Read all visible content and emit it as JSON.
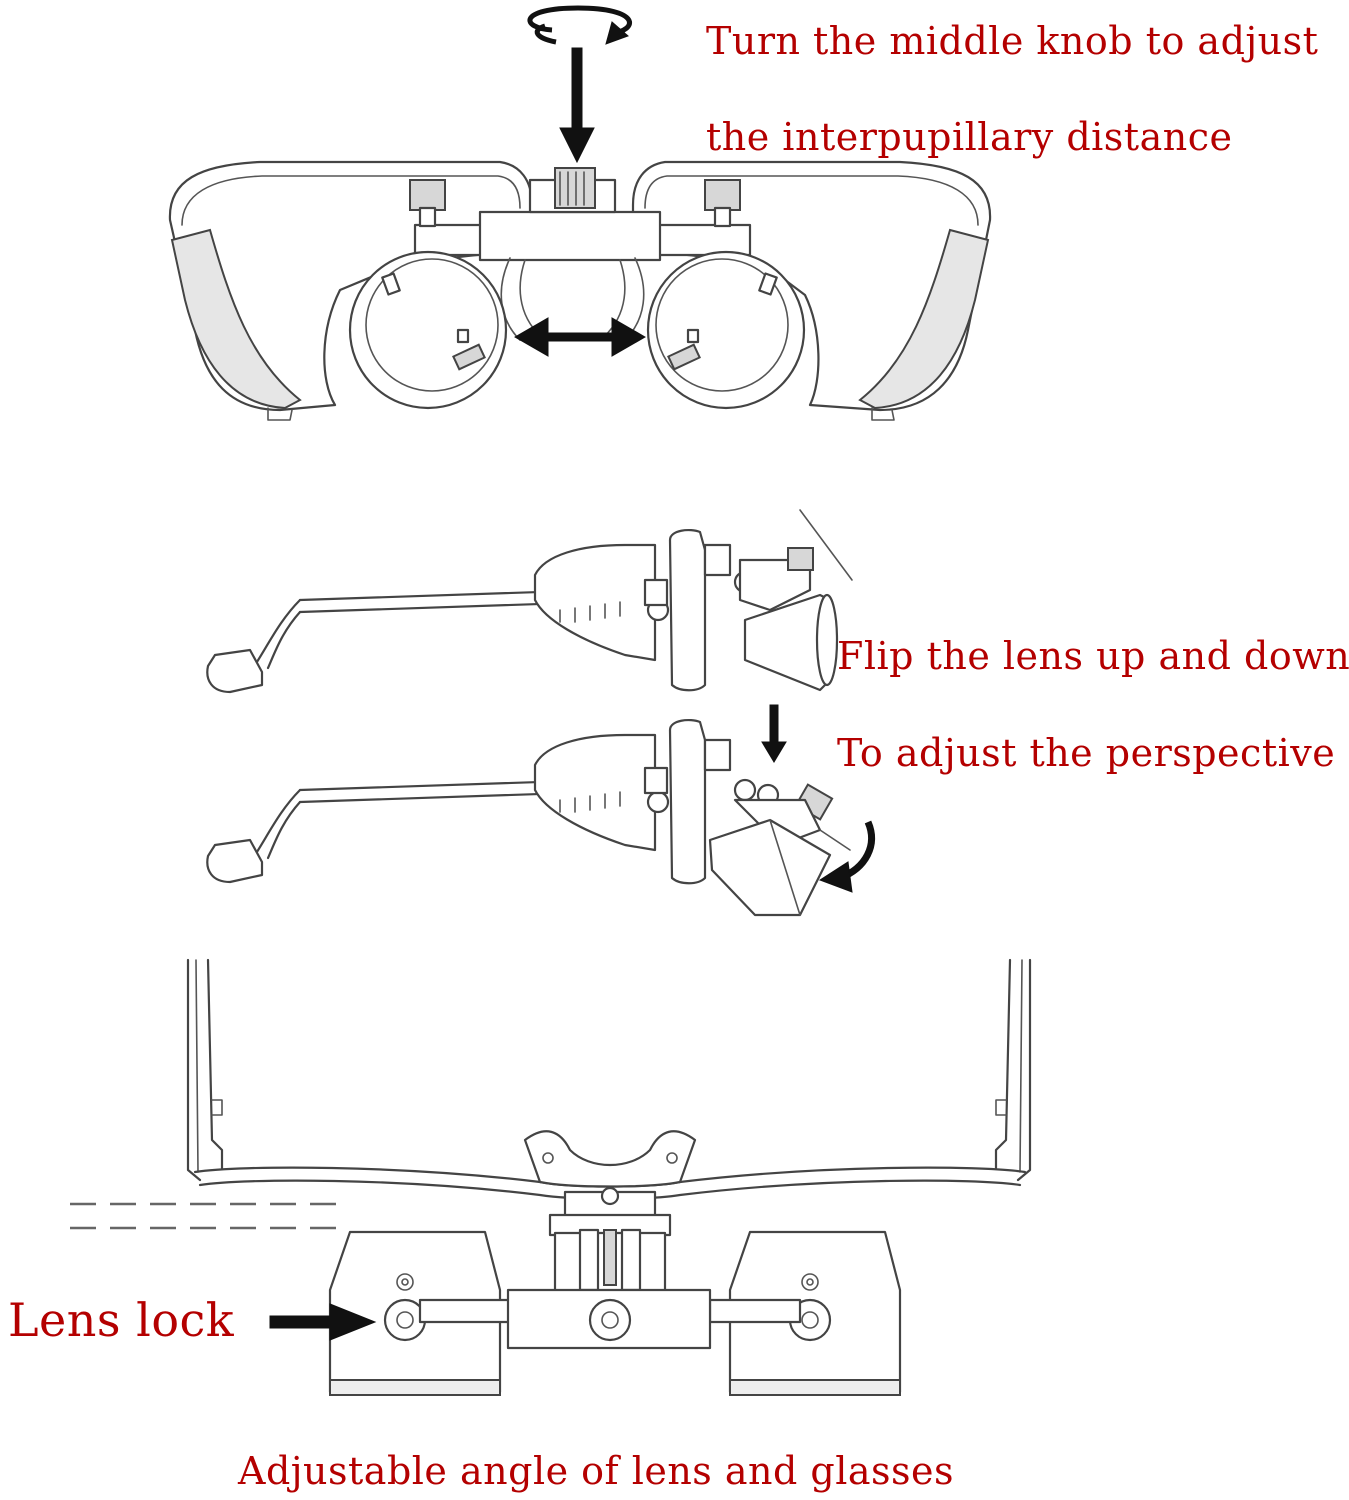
{
  "labels": {
    "knob_line1": "Turn the middle knob to adjust",
    "knob_line2": "the interpupillary distance",
    "flip_line1": "Flip the lens up and down",
    "flip_line2": "To adjust the perspective",
    "lens_lock": "Lens lock",
    "angle": "Adjustable angle of lens and glasses"
  },
  "colors": {
    "label_text": "#b40000",
    "drawing_line": "#444444",
    "arrow": "#111111",
    "background": "#ffffff"
  },
  "icons": {
    "rotate": "rotate-arrow-icon",
    "down": "down-arrow-icon",
    "double": "double-arrow-icon",
    "right": "right-arrow-icon",
    "curved": "curved-arrow-icon"
  }
}
